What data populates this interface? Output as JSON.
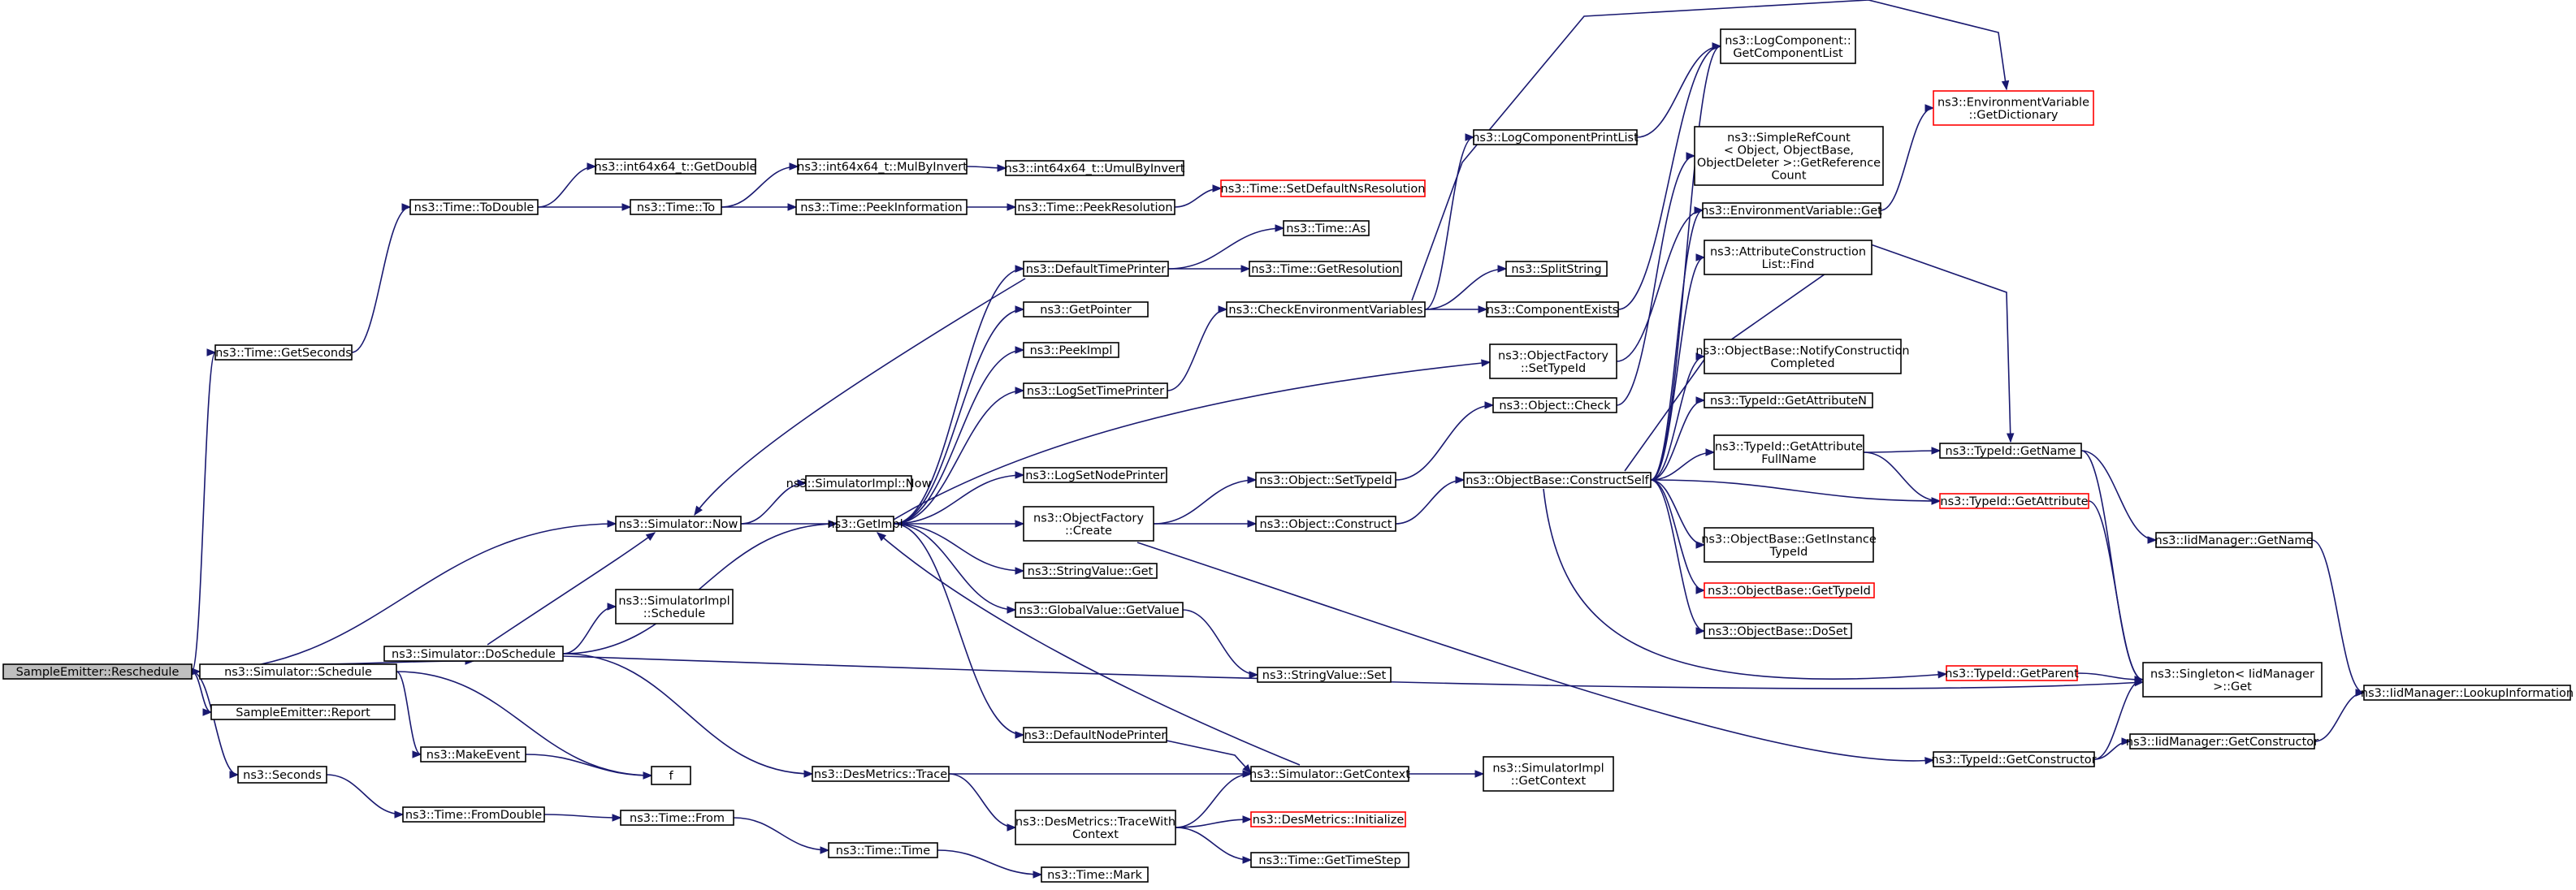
{
  "graph": {
    "root": "SampleEmitter::Reschedule",
    "nodes": [
      {
        "id": "n0",
        "lines": [
          "SampleEmitter::Reschedule"
        ],
        "root": true
      },
      {
        "id": "n1",
        "lines": [
          "ns3::Simulator::Schedule"
        ]
      },
      {
        "id": "n2",
        "lines": [
          "SampleEmitter::Report"
        ]
      },
      {
        "id": "n3",
        "lines": [
          "ns3::Seconds"
        ]
      },
      {
        "id": "n4",
        "lines": [
          "ns3::Time::GetSeconds"
        ]
      },
      {
        "id": "n5",
        "lines": [
          "ns3::Simulator::Now"
        ]
      },
      {
        "id": "n6",
        "lines": [
          "ns3::Time::ToDouble"
        ]
      },
      {
        "id": "n7",
        "lines": [
          "ns3::int64x64_t::GetDouble"
        ]
      },
      {
        "id": "n8",
        "lines": [
          "ns3::Time::To"
        ]
      },
      {
        "id": "n9",
        "lines": [
          "ns3::int64x64_t::MulByInvert"
        ]
      },
      {
        "id": "n10",
        "lines": [
          "ns3::int64x64_t::UmulByInvert"
        ]
      },
      {
        "id": "n11",
        "lines": [
          "ns3::Time::PeekInformation"
        ]
      },
      {
        "id": "n12",
        "lines": [
          "ns3::Time::PeekResolution"
        ]
      },
      {
        "id": "n13",
        "lines": [
          "ns3::Time::SetDefaultNsResolution"
        ],
        "red": true
      },
      {
        "id": "n14",
        "lines": [
          "ns3::SimulatorImpl::Now"
        ]
      },
      {
        "id": "n15",
        "lines": [
          "ns3::GetImpl"
        ]
      },
      {
        "id": "n16",
        "lines": [
          "ns3::DefaultTimePrinter"
        ]
      },
      {
        "id": "n17",
        "lines": [
          "ns3::Time::As"
        ]
      },
      {
        "id": "n18",
        "lines": [
          "ns3::Time::GetResolution"
        ]
      },
      {
        "id": "n19",
        "lines": [
          "ns3::GetPointer"
        ]
      },
      {
        "id": "n20",
        "lines": [
          "ns3::PeekImpl"
        ]
      },
      {
        "id": "n21",
        "lines": [
          "ns3::LogSetTimePrinter"
        ]
      },
      {
        "id": "n22",
        "lines": [
          "ns3::CheckEnvironmentVariables"
        ]
      },
      {
        "id": "n23",
        "lines": [
          "ns3::LogComponentPrintList"
        ]
      },
      {
        "id": "n24",
        "lines": [
          "ns3::LogComponent::",
          "GetComponentList"
        ]
      },
      {
        "id": "n25",
        "lines": [
          "ns3::EnvironmentVariable",
          "::GetDictionary"
        ],
        "red": true
      },
      {
        "id": "n26",
        "lines": [
          "ns3::SplitString"
        ]
      },
      {
        "id": "n27",
        "lines": [
          "ns3::ComponentExists"
        ]
      },
      {
        "id": "n28",
        "lines": [
          "ns3::SimpleRefCount",
          "< Object, ObjectBase,",
          "ObjectDeleter >::GetReference",
          "Count"
        ]
      },
      {
        "id": "n29",
        "lines": [
          "ns3::EnvironmentVariable::Get"
        ]
      },
      {
        "id": "n30",
        "lines": [
          "ns3::AttributeConstruction",
          "List::Find"
        ]
      },
      {
        "id": "n31",
        "lines": [
          "ns3::ObjectFactory",
          "::SetTypeId"
        ]
      },
      {
        "id": "n32",
        "lines": [
          "ns3::ObjectBase::NotifyConstruction",
          "Completed"
        ]
      },
      {
        "id": "n33",
        "lines": [
          "ns3::Object::Check"
        ]
      },
      {
        "id": "n34",
        "lines": [
          "ns3::TypeId::GetAttributeN"
        ]
      },
      {
        "id": "n35",
        "lines": [
          "ns3::TypeId::GetAttribute",
          "FullName"
        ]
      },
      {
        "id": "n36",
        "lines": [
          "ns3::TypeId::GetName"
        ]
      },
      {
        "id": "n37",
        "lines": [
          "ns3::LogSetNodePrinter"
        ]
      },
      {
        "id": "n38",
        "lines": [
          "ns3::Object::SetTypeId"
        ]
      },
      {
        "id": "n39",
        "lines": [
          "ns3::ObjectBase::ConstructSelf"
        ]
      },
      {
        "id": "n40",
        "lines": [
          "ns3::TypeId::GetAttribute"
        ],
        "red": true
      },
      {
        "id": "n41",
        "lines": [
          "ns3::ObjectFactory",
          "::Create"
        ]
      },
      {
        "id": "n42",
        "lines": [
          "ns3::Object::Construct"
        ]
      },
      {
        "id": "n43",
        "lines": [
          "ns3::IidManager::GetName"
        ]
      },
      {
        "id": "n44",
        "lines": [
          "ns3::ObjectBase::GetInstance",
          "TypeId"
        ]
      },
      {
        "id": "n45",
        "lines": [
          "ns3::StringValue::Get"
        ]
      },
      {
        "id": "n46",
        "lines": [
          "ns3::ObjectBase::GetTypeId"
        ],
        "red": true
      },
      {
        "id": "n47",
        "lines": [
          "ns3::SimulatorImpl",
          "::Schedule"
        ]
      },
      {
        "id": "n48",
        "lines": [
          "ns3::GlobalValue::GetValue"
        ]
      },
      {
        "id": "n49",
        "lines": [
          "ns3::ObjectBase::DoSet"
        ]
      },
      {
        "id": "n50",
        "lines": [
          "ns3::Simulator::DoSchedule"
        ]
      },
      {
        "id": "n51",
        "lines": [
          "ns3::StringValue::Set"
        ]
      },
      {
        "id": "n52",
        "lines": [
          "ns3::TypeId::GetParent"
        ],
        "red": true
      },
      {
        "id": "n53",
        "lines": [
          "ns3::Singleton< IidManager",
          ">::Get"
        ]
      },
      {
        "id": "n54",
        "lines": [
          "ns3::IidManager::LookupInformation"
        ]
      },
      {
        "id": "n55",
        "lines": [
          "ns3::MakeEvent"
        ]
      },
      {
        "id": "n56",
        "lines": [
          "ns3::DefaultNodePrinter"
        ]
      },
      {
        "id": "n57",
        "lines": [
          "ns3::IidManager::GetConstructor"
        ]
      },
      {
        "id": "n58",
        "lines": [
          "ns3::TypeId::GetConstructor"
        ]
      },
      {
        "id": "n59",
        "lines": [
          "f"
        ]
      },
      {
        "id": "n60",
        "lines": [
          "ns3::DesMetrics::Trace"
        ]
      },
      {
        "id": "n61",
        "lines": [
          "ns3::Simulator::GetContext"
        ]
      },
      {
        "id": "n62",
        "lines": [
          "ns3::SimulatorImpl",
          "::GetContext"
        ]
      },
      {
        "id": "n63",
        "lines": [
          "ns3::Time::FromDouble"
        ]
      },
      {
        "id": "n64",
        "lines": [
          "ns3::Time::From"
        ]
      },
      {
        "id": "n65",
        "lines": [
          "ns3::DesMetrics::TraceWith",
          "Context"
        ]
      },
      {
        "id": "n66",
        "lines": [
          "ns3::DesMetrics::Initialize"
        ],
        "red": true
      },
      {
        "id": "n67",
        "lines": [
          "ns3::Time::Time"
        ]
      },
      {
        "id": "n68",
        "lines": [
          "ns3::Time::GetTimeStep"
        ]
      },
      {
        "id": "n69",
        "lines": [
          "ns3::Time::Mark"
        ]
      }
    ],
    "edges": [
      [
        "n0",
        "n1"
      ],
      [
        "n0",
        "n2"
      ],
      [
        "n0",
        "n3"
      ],
      [
        "n0",
        "n4"
      ],
      [
        "n0",
        "n5"
      ],
      [
        "n1",
        "n50"
      ],
      [
        "n1",
        "n55"
      ],
      [
        "n1",
        "n59"
      ],
      [
        "n3",
        "n63"
      ],
      [
        "n63",
        "n64"
      ],
      [
        "n64",
        "n67"
      ],
      [
        "n67",
        "n69"
      ],
      [
        "n4",
        "n6"
      ],
      [
        "n6",
        "n7"
      ],
      [
        "n6",
        "n8"
      ],
      [
        "n8",
        "n9"
      ],
      [
        "n8",
        "n11"
      ],
      [
        "n9",
        "n10"
      ],
      [
        "n11",
        "n12"
      ],
      [
        "n12",
        "n13"
      ],
      [
        "n5",
        "n14"
      ],
      [
        "n5",
        "n15"
      ],
      [
        "n50",
        "n5"
      ],
      [
        "n50",
        "n47"
      ],
      [
        "n50",
        "n15"
      ],
      [
        "n50",
        "n60"
      ],
      [
        "n50",
        "n53"
      ],
      [
        "n55",
        "n59"
      ],
      [
        "n15",
        "n16"
      ],
      [
        "n15",
        "n19"
      ],
      [
        "n15",
        "n20"
      ],
      [
        "n15",
        "n21"
      ],
      [
        "n15",
        "n37"
      ],
      [
        "n15",
        "n41"
      ],
      [
        "n15",
        "n45"
      ],
      [
        "n15",
        "n48"
      ],
      [
        "n15",
        "n56"
      ],
      [
        "n15",
        "n31"
      ],
      [
        "n16",
        "n17"
      ],
      [
        "n16",
        "n18"
      ],
      [
        "n16",
        "n5"
      ],
      [
        "n21",
        "n22"
      ],
      [
        "n22",
        "n23"
      ],
      [
        "n22",
        "n26"
      ],
      [
        "n22",
        "n27"
      ],
      [
        "n22",
        "n25"
      ],
      [
        "n23",
        "n24"
      ],
      [
        "n27",
        "n24"
      ],
      [
        "n29",
        "n25"
      ],
      [
        "n31",
        "n29"
      ],
      [
        "n33",
        "n28"
      ],
      [
        "n41",
        "n38"
      ],
      [
        "n41",
        "n42"
      ],
      [
        "n41",
        "n58"
      ],
      [
        "n38",
        "n33"
      ],
      [
        "n42",
        "n39"
      ],
      [
        "n39",
        "n24"
      ],
      [
        "n39",
        "n29"
      ],
      [
        "n39",
        "n30"
      ],
      [
        "n39",
        "n32"
      ],
      [
        "n39",
        "n34"
      ],
      [
        "n39",
        "n35"
      ],
      [
        "n39",
        "n36"
      ],
      [
        "n39",
        "n40"
      ],
      [
        "n39",
        "n44"
      ],
      [
        "n39",
        "n46"
      ],
      [
        "n39",
        "n49"
      ],
      [
        "n39",
        "n52"
      ],
      [
        "n35",
        "n36"
      ],
      [
        "n35",
        "n40"
      ],
      [
        "n36",
        "n43"
      ],
      [
        "n36",
        "n53"
      ],
      [
        "n40",
        "n53"
      ],
      [
        "n43",
        "n54"
      ],
      [
        "n52",
        "n53"
      ],
      [
        "n48",
        "n51"
      ],
      [
        "n56",
        "n61"
      ],
      [
        "n61",
        "n62"
      ],
      [
        "n61",
        "n15"
      ],
      [
        "n60",
        "n61"
      ],
      [
        "n60",
        "n65"
      ],
      [
        "n65",
        "n61"
      ],
      [
        "n65",
        "n66"
      ],
      [
        "n65",
        "n68"
      ],
      [
        "n58",
        "n53"
      ],
      [
        "n58",
        "n57"
      ],
      [
        "n57",
        "n54"
      ]
    ]
  }
}
